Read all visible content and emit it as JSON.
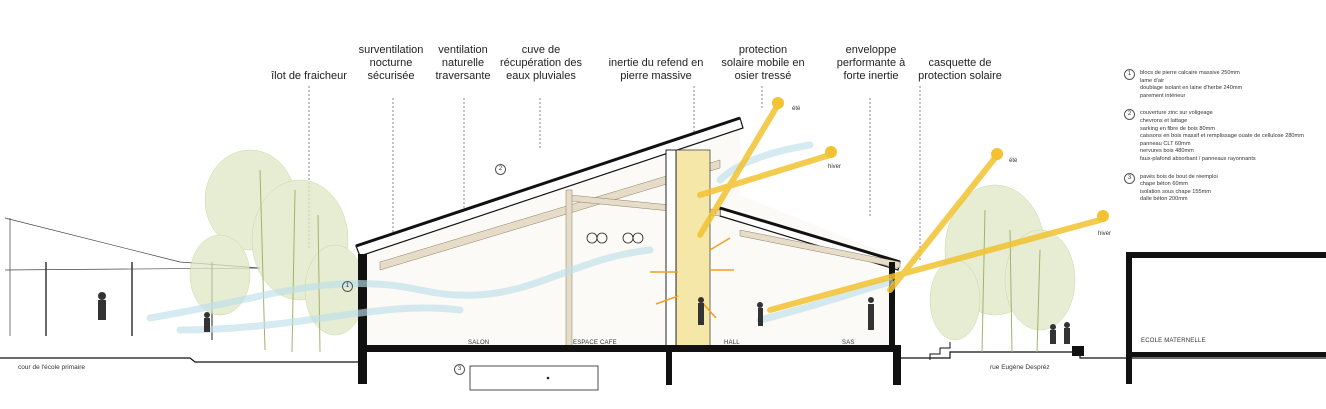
{
  "labels": [
    {
      "text": "îlot de fraicheur"
    },
    {
      "text": "surventilation\nnocturne\nsécurisée"
    },
    {
      "text": "ventilation\nnaturelle\ntraversante"
    },
    {
      "text": "cuve de\nrécupération des\neaux pluviales"
    },
    {
      "text": "inertie du refend en\npierre massive"
    },
    {
      "text": "protection\nsolaire mobile en\nosier tressé"
    },
    {
      "text": "enveloppe\nperformante à\nforte inertie"
    },
    {
      "text": "casquette de\nprotection solaire"
    }
  ],
  "rooms": {
    "salon": "SALON",
    "espace_cafe": "ESPACE CAFE",
    "hall": "HALL",
    "sas": "SAS",
    "ecole_maternelle": "ECOLE MATERNELLE"
  },
  "ground_labels": {
    "cour": "cour de l'école primaire",
    "rue": "rue Eugène Despréz"
  },
  "sun": {
    "ete": "été",
    "hiver": "hiver"
  },
  "markers": [
    "1",
    "2",
    "3"
  ],
  "notes": [
    {
      "num": "1",
      "lines": [
        "blocs de pierre calcaire massive 250mm",
        "lame d'air",
        "doublage isolant en laine d'herbe 240mm",
        "parement intérieur"
      ]
    },
    {
      "num": "2",
      "lines": [
        "couverture zinc sur voligeage",
        "chevrons et lattage",
        "sarking en fibre de bois 80mm",
        "caissons en bois massif et remplissage ouate de cellulose 280mm",
        "panneau CLT 60mm",
        "nervures bois 480mm",
        "faux-plafond absorbant / panneaux rayonnants"
      ]
    },
    {
      "num": "3",
      "lines": [
        "pavés bois de bout de réemploi",
        "chape béton 60mm",
        "isolation sous chape 155mm",
        "dalle béton 200mm"
      ]
    }
  ],
  "colors": {
    "sun_ray": "#f2c230",
    "air_flow": "#bfe0ea",
    "structure_dark": "#111111",
    "wood": "#e6dcc8",
    "vegetation": "#c9d7a6",
    "arrow": "#f0a020"
  }
}
